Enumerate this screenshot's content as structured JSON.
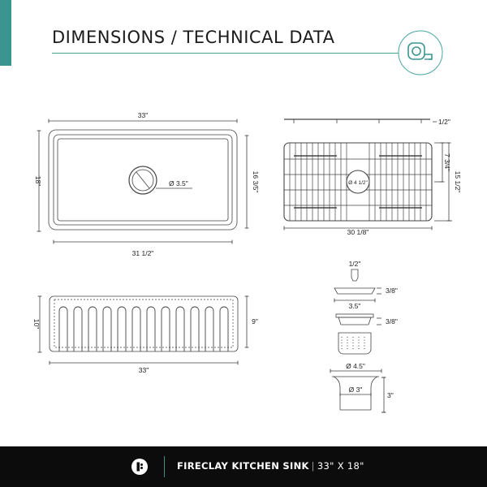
{
  "header": {
    "title": "DIMENSIONS / TECHNICAL DATA",
    "icon": "tape-measure-icon",
    "accent_color": "#3a9591"
  },
  "sink_top_view": {
    "overall_width": "33\"",
    "overall_depth": "18\"",
    "inner_depth": "16 3/5\"",
    "inner_width": "31 1/2\"",
    "drain_diameter": "Ø 3.5\""
  },
  "grid_side_view": {
    "height": "1/2\""
  },
  "grid_top_view": {
    "width": "30 1/8\"",
    "depth": "15 1/2\"",
    "half_depth": "7 3/4\"",
    "hole_diameter": "Ø 4 1/2\""
  },
  "sink_front_view": {
    "width": "33\"",
    "height": "10\"",
    "apron_height": "9\""
  },
  "drain_parts": {
    "stopper_width": "1/2\"",
    "cap_height": "3/8\"",
    "cap_width": "3.5\"",
    "strainer_height": "3/8\"",
    "body_outer_diameter": "Ø 4.5\"",
    "body_inner_diameter": "Ø 3\"",
    "body_height": "3\""
  },
  "footer": {
    "product": "FIRECLAY KITCHEN SINK",
    "separator": "|",
    "size": "33\" X 18\"",
    "bg_color": "#0c0c0c"
  }
}
